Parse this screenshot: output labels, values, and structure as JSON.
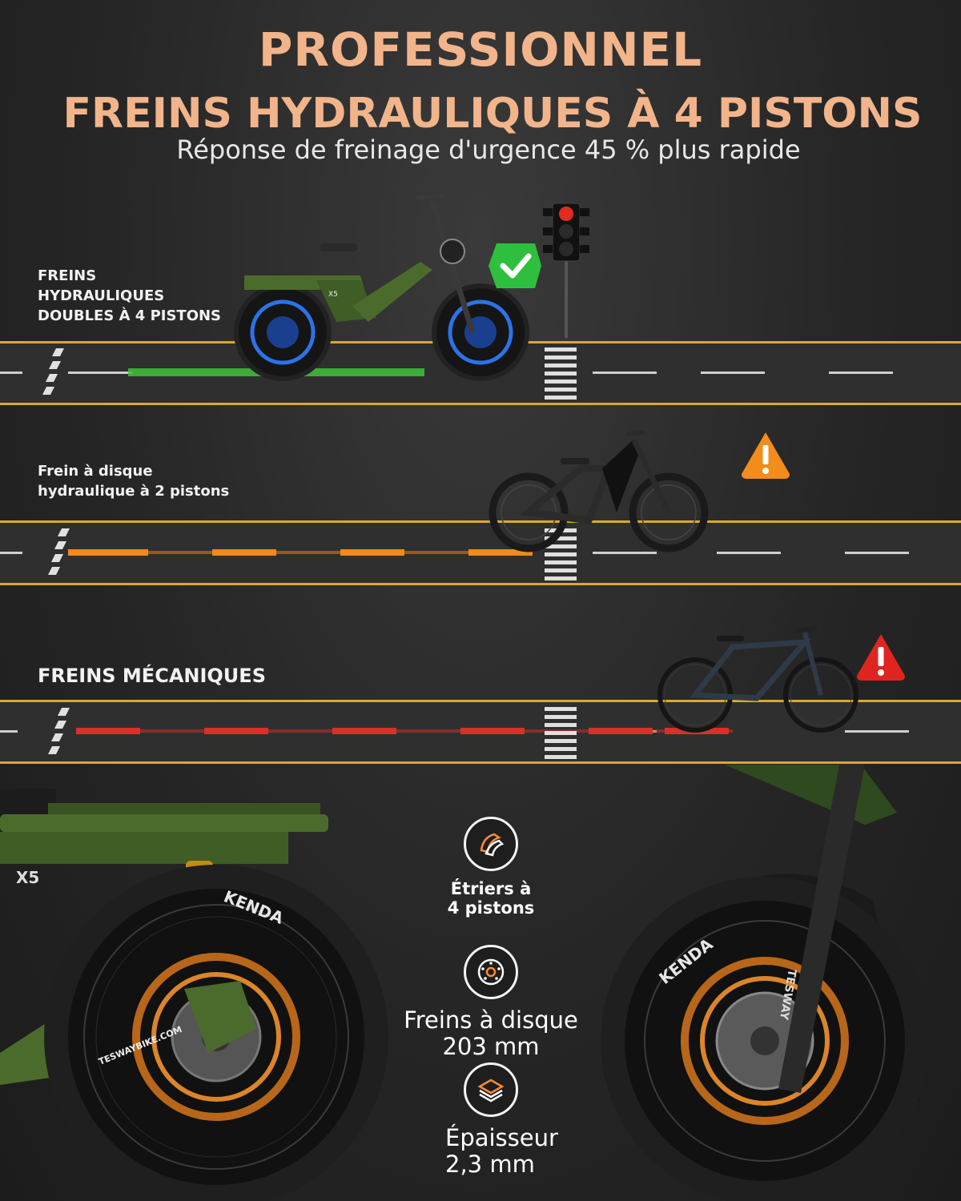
{
  "header": {
    "title_line1": "PROFESSIONNEL",
    "title_line2": "FREINS HYDRAULIQUES À 4 PISTONS",
    "subtitle": "Réponse de freinage d'urgence 45 % plus rapide"
  },
  "comparison": [
    {
      "label": "FREINS\nHYDRAULIQUES\nDOUBLES À 4 PISTONS",
      "status": "ok",
      "status_icon": "check-icon",
      "trail_color": "#3fc23a",
      "badge_color": "#2fbf3f"
    },
    {
      "label": "Frein à disque\nhydraulique à 2 pistons",
      "status": "warning",
      "status_icon": "warning-icon",
      "trail_color": "#f08a1c",
      "badge_color": "#f28c1a"
    },
    {
      "label": "FREINS MÉCANIQUES",
      "status": "danger",
      "status_icon": "danger-icon",
      "trail_color": "#d9302a",
      "badge_color": "#e0241f"
    }
  ],
  "bike_labels": {
    "model": "X5",
    "brand": "TESWAY",
    "tire": "KENDA",
    "website": "TESWAYBIKE.COM"
  },
  "features": [
    {
      "icon": "brake-caliper-icon",
      "text": "Étriers à\n4 pistons"
    },
    {
      "icon": "brake-disc-icon",
      "text": "Freins à disque\n203 mm"
    },
    {
      "icon": "layers-icon",
      "text": "Épaisseur\n2,3 mm"
    }
  ],
  "colors": {
    "accent": "#f2b48a",
    "road_line": "#d9a92a",
    "bike_green": "#4b6b2c",
    "glow_orange": "#ff8a1c"
  }
}
